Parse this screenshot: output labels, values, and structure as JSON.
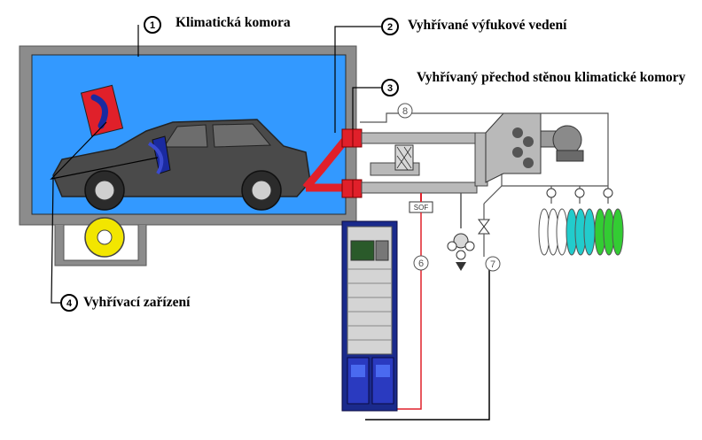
{
  "labels": {
    "climatic_chamber": "Klimatická komora",
    "heated_exhaust_line": "Vyhřívané výfukové vedení",
    "heated_wall_transition": "Vyhřívaný přechod stěnou klimatické komory",
    "heating_device": "Vyhřívací zařízení",
    "sof": "SOF"
  },
  "markers": {
    "m1": "1",
    "m2": "2",
    "m3": "3",
    "m4": "4",
    "m6": "6",
    "m7": "7",
    "m8": "8"
  },
  "colors": {
    "chamber_blue": "#3399ff",
    "chamber_wall": "#8c8c8c",
    "heated_red": "#e0202a",
    "car_body": "#4a4a4a",
    "analyzer_blue": "#1a2a8c",
    "bag_cyan": "#22cccc",
    "bag_green": "#33cc33",
    "dilution_tunnel": "#b9b9b9"
  }
}
